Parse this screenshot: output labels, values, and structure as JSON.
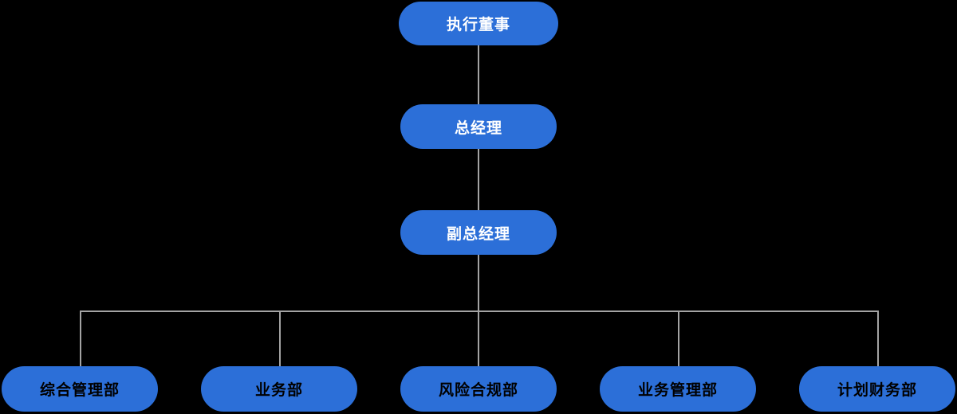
{
  "org": {
    "colors": {
      "background": "#000000",
      "node_fill": "#2c6fd8",
      "connector": "#a3a3a3",
      "top_node_text": "#ffffff",
      "dept_node_text": "#000000"
    },
    "nodes": [
      {
        "id": "executive-director",
        "label": "执行董事",
        "level": 1,
        "reports_to": null
      },
      {
        "id": "general-manager",
        "label": "总经理",
        "level": 2,
        "reports_to": "executive-director"
      },
      {
        "id": "deputy-general-manager",
        "label": "副总经理",
        "level": 3,
        "reports_to": "general-manager"
      },
      {
        "id": "dept-comprehensive-management",
        "label": "综合管理部",
        "level": 4,
        "reports_to": "deputy-general-manager"
      },
      {
        "id": "dept-business",
        "label": "业务部",
        "level": 4,
        "reports_to": "deputy-general-manager"
      },
      {
        "id": "dept-risk-compliance",
        "label": "风险合规部",
        "level": 4,
        "reports_to": "deputy-general-manager"
      },
      {
        "id": "dept-business-management",
        "label": "业务管理部",
        "level": 4,
        "reports_to": "deputy-general-manager"
      },
      {
        "id": "dept-planning-finance",
        "label": "计划财务部",
        "level": 4,
        "reports_to": "deputy-general-manager"
      }
    ]
  }
}
